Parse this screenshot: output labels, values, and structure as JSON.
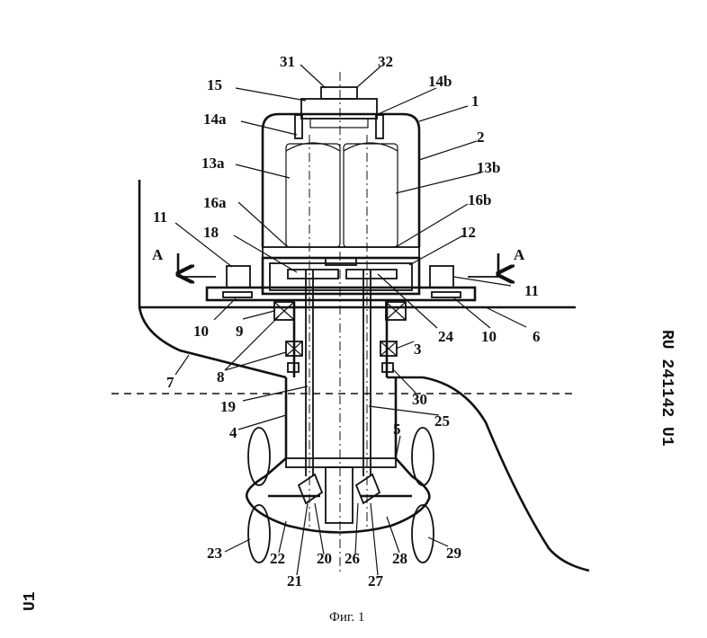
{
  "figure": {
    "caption": "Фиг. 1",
    "side_right": "RU   241142   U1",
    "side_left": "U1",
    "labels": [
      {
        "id": "31",
        "text": "31"
      },
      {
        "id": "32",
        "text": "32"
      },
      {
        "id": "15",
        "text": "15"
      },
      {
        "id": "14b",
        "text": "14b"
      },
      {
        "id": "1",
        "text": "1"
      },
      {
        "id": "14a",
        "text": "14a"
      },
      {
        "id": "2",
        "text": "2"
      },
      {
        "id": "13a",
        "text": "13a"
      },
      {
        "id": "13b",
        "text": "13b"
      },
      {
        "id": "16a",
        "text": "16a"
      },
      {
        "id": "16b",
        "text": "16b"
      },
      {
        "id": "11L",
        "text": "11"
      },
      {
        "id": "18",
        "text": "18"
      },
      {
        "id": "12",
        "text": "12"
      },
      {
        "id": "AL",
        "text": "A"
      },
      {
        "id": "AR",
        "text": "A"
      },
      {
        "id": "11R",
        "text": "11"
      },
      {
        "id": "10L",
        "text": "10"
      },
      {
        "id": "9",
        "text": "9"
      },
      {
        "id": "24",
        "text": "24"
      },
      {
        "id": "10R",
        "text": "10"
      },
      {
        "id": "6",
        "text": "6"
      },
      {
        "id": "3",
        "text": "3"
      },
      {
        "id": "7",
        "text": "7"
      },
      {
        "id": "8",
        "text": "8"
      },
      {
        "id": "30",
        "text": "30"
      },
      {
        "id": "19",
        "text": "19"
      },
      {
        "id": "25",
        "text": "25"
      },
      {
        "id": "4",
        "text": "4"
      },
      {
        "id": "5",
        "text": "5"
      },
      {
        "id": "23",
        "text": "23"
      },
      {
        "id": "22",
        "text": "22"
      },
      {
        "id": "20",
        "text": "20"
      },
      {
        "id": "26",
        "text": "26"
      },
      {
        "id": "28",
        "text": "28"
      },
      {
        "id": "29",
        "text": "29"
      },
      {
        "id": "21",
        "text": "21"
      },
      {
        "id": "27",
        "text": "27"
      }
    ]
  }
}
